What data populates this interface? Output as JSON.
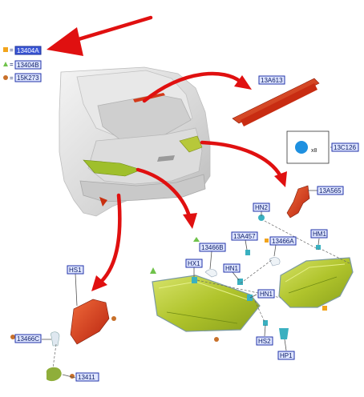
{
  "legend": [
    {
      "marker": "square",
      "color": "#f2a41c",
      "text": "13404A",
      "highlighted": true
    },
    {
      "marker": "triangle",
      "color": "#6fc24a",
      "text": "13404B",
      "highlighted": false
    },
    {
      "marker": "circle",
      "color": "#c8702a",
      "text": "15K273",
      "highlighted": false
    }
  ],
  "legend_prefix": "=",
  "callouts": {
    "c13A613": "13A613",
    "c13C126": "13C126",
    "c13A565": "13A565",
    "cHN2": "HN2",
    "c13A457": "13A457",
    "c13466A": "13466A",
    "cHM1": "HM1",
    "c13466B": "13466B",
    "cHX1": "HX1",
    "cHN1a": "HN1",
    "cHN1b": "HN1",
    "cHS1": "HS1",
    "c13466C": "13466C",
    "c13411": "13411",
    "cHS2": "HS2",
    "cHP1": "HP1"
  },
  "quantity_label": "x8",
  "colors": {
    "arrow": "#e01010",
    "lamp_lens": "#b8cc33",
    "red_part": "#d33a1a",
    "bulb_teal": "#3ab0c0",
    "clip_blue": "#1e90e0",
    "label_fill": "#dfe6ff",
    "label_highlight": "#3b57d6"
  }
}
